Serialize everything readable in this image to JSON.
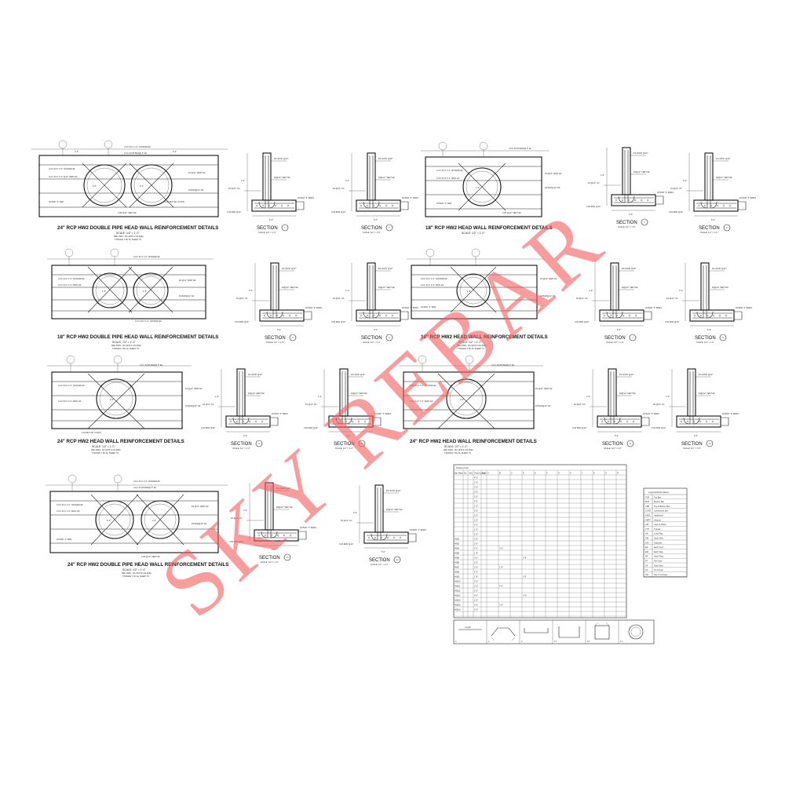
{
  "sheet": {
    "headwall_details": [
      {
        "title": "24\" RCP HW2 DOUBLE PIPE HEAD WALL REINFORCEMENT DETAILS",
        "scale": "SCALE: 1/2\" = 1'-0\"",
        "ref1": "REF DWG. CD-4278 & CD-4962",
        "ref2": "TXDMAH T 5K-SL SHEET 76"
      },
      {
        "title": "18\" RCP HW2 HEAD WALL REINFORCEMENT DETAILS",
        "scale": "SCALE: 1/2\" = 1'-0\"",
        "ref1": "",
        "ref2": ""
      },
      {
        "title": "18\" RCP HW2 DOUBLE PIPE HEAD WALL REINFORCEMENT DETAILS",
        "scale": "SCALE: 1/2\" = 1'-0\"",
        "ref1": "REF DWG. CD-4278 & CD-4962",
        "ref2": "TXDMAH T 5K-SL SHEET 76"
      },
      {
        "title": "18\" RCP HW2 HEAD WALL REINFORCEMENT DETAILS",
        "scale": "SCALE: 1/2\" = 1'-0\"",
        "ref1": "REF DWG. CD-4278 & CD-4962",
        "ref2": "TXDMAH T 5K-SL SHEET 76"
      },
      {
        "title": "24\" RCP HW2 HEAD WALL REINFORCEMENT DETAILS",
        "scale": "SCALE: 1/2\" = 1'-0\"",
        "ref1": "REF DWG. CD-4278 & CD-4962",
        "ref2": "TXDMAH T 5K-SL SHEET 76"
      },
      {
        "title": "24\" RCP HW2 HEAD WALL REINFORCEMENT DETAILS",
        "scale": "SCALE: 1/2\" = 1'-0\"",
        "ref1": "REF DWG. CD-4278 & CD-4962",
        "ref2": "TXDMAH T 5K-SL SHEET 76"
      },
      {
        "title": "24\" RCP HW2 DOUBLE PIPE HEAD WALL REINFORCEMENT DETAILS",
        "scale": "SCALE: 1/2\" = 1'-0\"",
        "ref1": "REF DWG. CD-4278 & CD-4962",
        "ref2": "TXDMAH T 5K-SL SHEET 76"
      }
    ],
    "section_label": "SECTION",
    "section_scale": "SCALE: 1/2\" = 1'-0\"",
    "sections": [
      "1",
      "2",
      "3",
      "4",
      "5",
      "6",
      "7",
      "8",
      "9",
      "10",
      "11",
      "12",
      "13",
      "14"
    ],
    "pipe_dims": [
      "2'-0\"",
      "1'-6\"",
      "2'-0\"",
      "1'-6\""
    ],
    "callouts": [
      "3-CC #4 X 1'-0\" HOOKED EF",
      "3-CC #4-#5 BAR@ 6\" EF",
      "3-CC #4 X 1'-0\" HOOKED EF",
      "3-CC #4 X 1'-0\" @12\" VERT EF",
      "#4 @12\" VERT EF",
      "#4 BAR@12\" EF",
      "#4 BAR \"X\" BAR",
      "3-CC #4 X 1'-0\" ADDL EF",
      "3-CC #4 X 1'-0\" HOOKED EF",
      "2-#4 BOT EF (CONT)",
      "2-#5 @12\" VERT EF"
    ],
    "section_callouts": [
      "#4 HOOK @12\"",
      "#4 BAR \"X\" BARS",
      "#4@12\" VERT EF",
      "#4 @12\" OC",
      "3-#4 BAR @12\""
    ],
    "dims": [
      "2'-2\"",
      "2'-6\"",
      "1'-6\"",
      "6'-0\"",
      "5'-0\"",
      "4'-0\"",
      "9\"",
      "10\"",
      "7'-6\"",
      "13'-8\""
    ]
  },
  "schedule": {
    "title": "Drawing Total",
    "col_headers": [
      "Bar Mark",
      "No.",
      "Size",
      "Total Length",
      "Type",
      "A",
      "B",
      "C",
      "D",
      "E",
      "F",
      "G",
      "H",
      "J",
      "K",
      "O",
      "R"
    ],
    "marks": [
      "40B1",
      "40B2",
      "40B3",
      "40B4",
      "40B5",
      "40B6",
      "40B7",
      "40B8",
      "40B9",
      "40B10",
      "40B11",
      "40B12",
      "40B13",
      "40B14",
      "40B15",
      "40B16"
    ],
    "sample_values": [
      "2'-6\"",
      "4'-3\"",
      "1'-9\"",
      "3'-0\"",
      "2'-0\""
    ]
  },
  "legend": {
    "title": "Legends/Abbreviations",
    "items": [
      {
        "code": "TOP",
        "text": "Top Bar"
      },
      {
        "code": "BOT",
        "text": "Bottom Bar"
      },
      {
        "code": "T&B",
        "text": "Top & Bottom Bar"
      },
      {
        "code": "CONT",
        "text": "Continuous Bar"
      },
      {
        "code": "ADDL",
        "text": "Additional"
      },
      {
        "code": "VERT",
        "text": "Vertical"
      },
      {
        "code": "CIP",
        "text": "Cast-in-Place"
      },
      {
        "code": "TYP",
        "text": "Typical"
      },
      {
        "code": "LW",
        "text": "Long Way"
      },
      {
        "code": "SW",
        "text": "Short Way"
      },
      {
        "code": "DIA",
        "text": "Diameter"
      },
      {
        "code": "EF",
        "text": "Each Face"
      },
      {
        "code": "EW",
        "text": "Each Way"
      },
      {
        "code": "NF",
        "text": "Near Face"
      },
      {
        "code": "FF",
        "text": "Far Face"
      },
      {
        "code": "SF",
        "text": "Side Face"
      },
      {
        "code": "OC",
        "text": "On Center"
      },
      {
        "code": "NIC",
        "text": "Not in Contract"
      }
    ]
  },
  "bend_types": {
    "length_label": "Length",
    "type_numbers": [
      "0",
      "1",
      "2",
      "17",
      "12",
      "T1"
    ]
  },
  "watermark": {
    "text": "SKY REBAR",
    "color": "#f25b5b"
  }
}
